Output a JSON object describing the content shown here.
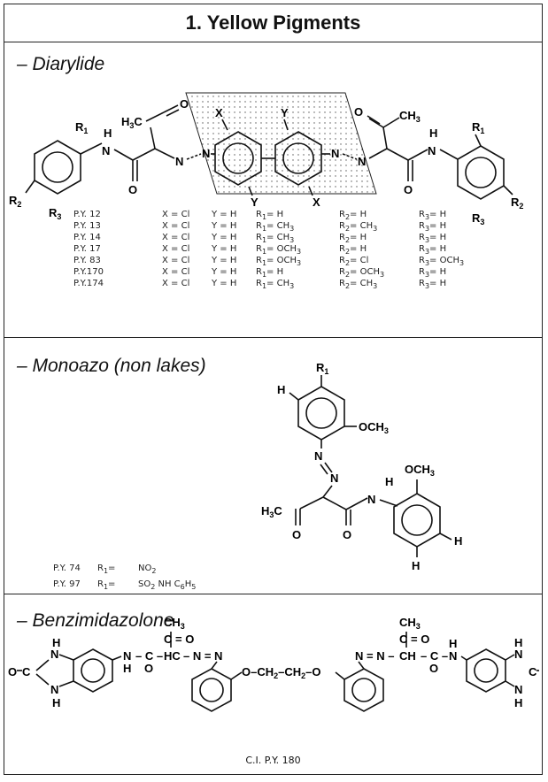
{
  "header": {
    "title": "1. Yellow Pigments"
  },
  "sections": {
    "diarylide": {
      "title": "– Diarylide"
    },
    "monoazo": {
      "title": "– Monoazo (non lakes)"
    },
    "benzimidazolone": {
      "title": "– Benzimidazolone",
      "caption": "C.I.  P.Y. 180"
    }
  },
  "diarylide_table": [
    [
      "P.Y. 12",
      "X = Cl",
      "Y = H",
      "R1= H",
      "R2= H",
      "R3= H"
    ],
    [
      "P.Y. 13",
      "X = Cl",
      "Y = H",
      "R1= CH3",
      "R2= CH3",
      "R3= H"
    ],
    [
      "P.Y. 14",
      "X = Cl",
      "Y = H",
      "R1= CH3",
      "R2= H",
      "R3= H"
    ],
    [
      "P.Y. 17",
      "X = Cl",
      "Y = H",
      "R1= OCH3",
      "R2= H",
      "R3= H"
    ],
    [
      "P.Y. 83",
      "X = Cl",
      "Y = H",
      "R1= OCH3",
      "R2= Cl",
      "R3= OCH3"
    ],
    [
      "P.Y.170",
      "X = Cl",
      "Y = H",
      "R1= H",
      "R2= OCH3",
      "R3= H"
    ],
    [
      "P.Y.174",
      "X = Cl",
      "Y = H",
      "R1= CH3",
      "R2= CH3",
      "R3= H"
    ]
  ],
  "monoazo_list": [
    {
      "name": "P.Y. 74",
      "r1": "R1=",
      "value": "NO2"
    },
    {
      "name": "P.Y. 97",
      "r1": "R1=",
      "value": "SO2 NH  C6H5"
    }
  ],
  "labels": {
    "h3c": "H3C",
    "ch3": "CH3",
    "o": "O",
    "n": "N",
    "h": "H",
    "x": "X",
    "y": "Y",
    "r1": "R1",
    "r2": "R2",
    "r3": "R3",
    "och3": "OCH3",
    "c": "C",
    "hc": "HC",
    "ch2": "CH2",
    "o_ch2": "O–CH2–CH2–O"
  }
}
